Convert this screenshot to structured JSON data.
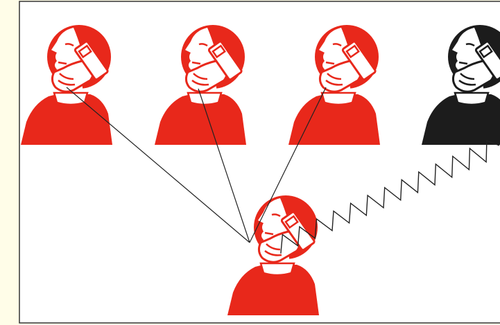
{
  "scene": {
    "page_color": "#fffde8",
    "panel_color": "#ffffff",
    "frame_color": "#333333",
    "accent_color": "#e8281b",
    "dark_figure_color": "#1c1c1c",
    "line_color": "#222222",
    "figures": [
      {
        "name": "person-1",
        "color": "red",
        "icon": "person-phone-icon"
      },
      {
        "name": "person-2",
        "color": "red",
        "icon": "person-phone-icon"
      },
      {
        "name": "person-3",
        "color": "red",
        "icon": "person-phone-icon"
      },
      {
        "name": "person-4",
        "color": "black",
        "icon": "person-phone-icon"
      },
      {
        "name": "person-center",
        "color": "red",
        "icon": "person-phone-icon"
      }
    ],
    "connections": [
      {
        "from": "person-1",
        "to": "person-center",
        "style": "straight-line"
      },
      {
        "from": "person-2",
        "to": "person-center",
        "style": "straight-line"
      },
      {
        "from": "person-3",
        "to": "person-center",
        "style": "straight-line"
      },
      {
        "from": "person-4",
        "to": "person-center",
        "style": "zigzag-wave"
      }
    ]
  }
}
